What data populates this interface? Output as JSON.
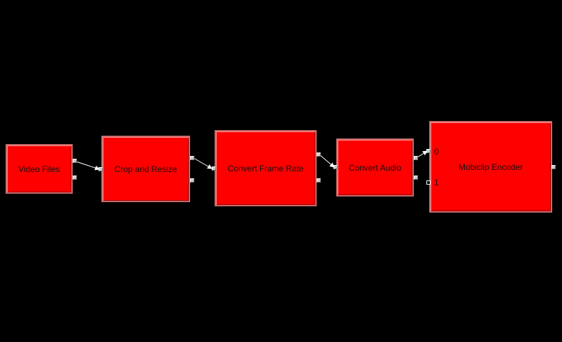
{
  "diagram": {
    "nodes": [
      {
        "id": "video-files",
        "label": "Video Files"
      },
      {
        "id": "crop-and-resize",
        "label": "Crop and Resize"
      },
      {
        "id": "convert-frame-rate",
        "label": "Convert Frame Rate"
      },
      {
        "id": "convert-audio",
        "label": "Convert Audio"
      },
      {
        "id": "mobiclip-encoder",
        "label": "Mobiclip Encoder",
        "input_labels": [
          "0",
          "1"
        ]
      }
    ],
    "connections": [
      {
        "from": "video-files",
        "to": "crop-and-resize"
      },
      {
        "from": "crop-and-resize",
        "to": "convert-frame-rate"
      },
      {
        "from": "convert-frame-rate",
        "to": "convert-audio"
      },
      {
        "from": "convert-audio",
        "to": "mobiclip-encoder",
        "to_input": "0"
      }
    ],
    "colors": {
      "background": "#000000",
      "node_fill": "#ff0000",
      "node_border": "#c96b6b",
      "wire": "#ffffff",
      "port": "#c9c9c9"
    }
  }
}
